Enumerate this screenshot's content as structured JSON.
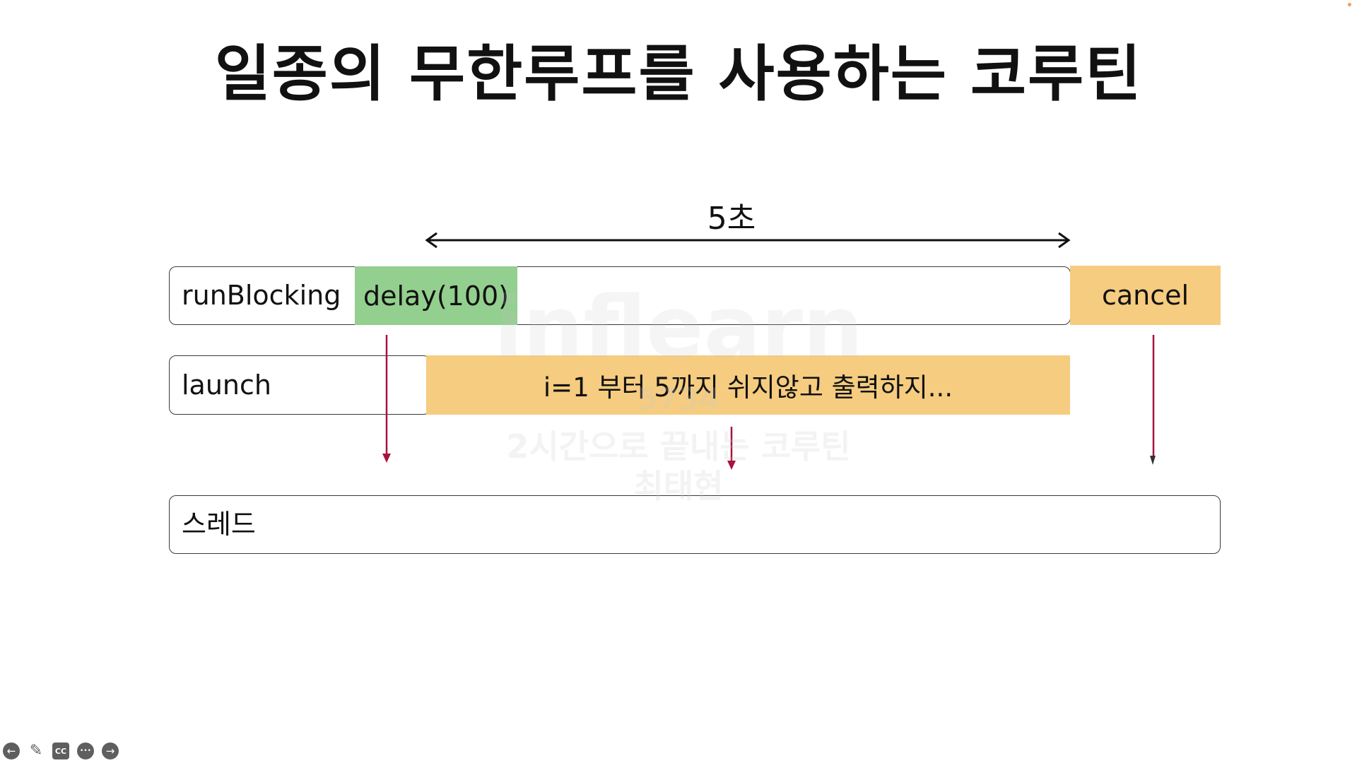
{
  "title": "일종의 무한루프를 사용하는 코루틴",
  "span_label": "5초",
  "lanes": {
    "runblocking": {
      "label": "runBlocking",
      "delay_block": "delay(100)",
      "cancel_block": "cancel"
    },
    "launch": {
      "label": "launch",
      "task_block": "i=1 부터 5까지 쉬지않고 출력하지..."
    },
    "thread": {
      "label": "스레드"
    }
  },
  "watermark": {
    "logo": "inflearn",
    "line1": "5734",
    "line2": "2시간으로 끝내는 코루틴",
    "line3": "최태현"
  },
  "player_controls": [
    {
      "name": "back-icon",
      "glyph": "←"
    },
    {
      "name": "pen-icon",
      "glyph": "✎"
    },
    {
      "name": "cc-icon",
      "glyph": "CC"
    },
    {
      "name": "more-icon",
      "glyph": "•••"
    },
    {
      "name": "forward-icon",
      "glyph": "→"
    }
  ],
  "colors": {
    "delay_block": "#93cf8e",
    "orange_block": "#f5cc80",
    "drop_arrow": "#a8123e",
    "lane_border": "#3a3a3a"
  }
}
